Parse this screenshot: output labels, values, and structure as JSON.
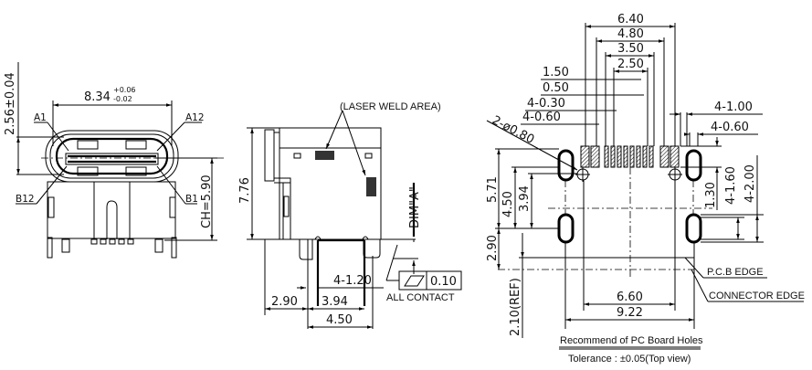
{
  "front_view": {
    "width_dim": "8.34",
    "width_tol_plus": "+0.06",
    "width_tol_minus": "-0.02",
    "height_dim": "2.56±0.04",
    "ch_dim": "CH=5.90",
    "pin_labels": {
      "a1": "A1",
      "a12": "A12",
      "b12": "B12",
      "b1": "B1"
    }
  },
  "side_view": {
    "laser_weld_label": "(LASER WELD AREA)",
    "height_dim": "7.76",
    "dim_a_label": "DIM\"A\"",
    "pin_width_dim": "4-1.20",
    "flatness_value": "0.10",
    "all_contact_label": "ALL CONTACT",
    "dim_290": "2.90",
    "dim_394": "3.94",
    "dim_450": "4.50"
  },
  "pcb_view": {
    "top_dims": [
      "6.40",
      "4.80",
      "3.50",
      "2.50",
      "1.50",
      "0.50",
      "4-0.30",
      "4-0.60"
    ],
    "hole_dim": "2-ø0.80",
    "right_dims": {
      "d100": "4-1.00",
      "d060": "4-0.60",
      "d130": "1.30",
      "d160": "4-1.60",
      "d200": "4-2.00"
    },
    "left_dims": {
      "d571": "5.71",
      "d450": "4.50",
      "d394": "3.94",
      "d290": "2.90",
      "d210": "2.10(REF)"
    },
    "bottom_dims": {
      "d660": "6.60",
      "d922": "9.22"
    },
    "pcb_edge_label": "P.C.B EDGE",
    "connector_edge_label": "CONNECTOR EDGE",
    "caption": "Recommend of PC Board Holes",
    "tolerance": "Tolerance : ±0.05(Top view)"
  }
}
